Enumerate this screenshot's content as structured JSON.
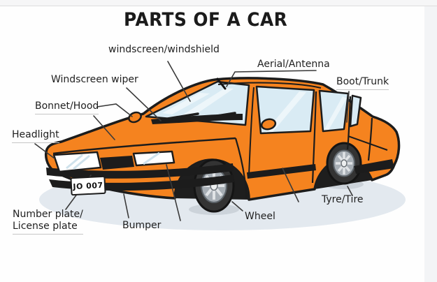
{
  "title": "PARTS OF A CAR",
  "labels": {
    "windscreen": "windscreen/windshield",
    "aerial": "Aerial/Antenna",
    "boot": "Boot/Trunk",
    "wiper": "Windscreen wiper",
    "bonnet": "Bonnet/Hood",
    "headlight": "Headlight",
    "number_plate_1": "Number plate/",
    "number_plate_2": "License plate",
    "bumper": "Bumper",
    "wheel": "Wheel",
    "tyre": "Tyre/Tire"
  },
  "car": {
    "plate_text": "JO 007"
  },
  "colors": {
    "car_body": "#F5831F",
    "car_outline": "#1C1C1C",
    "window_glass": "#D9EBF4",
    "ground_shadow": "#E3E9EF",
    "label_text": "#1F1F1F",
    "title_text": "#1B1B1B"
  }
}
